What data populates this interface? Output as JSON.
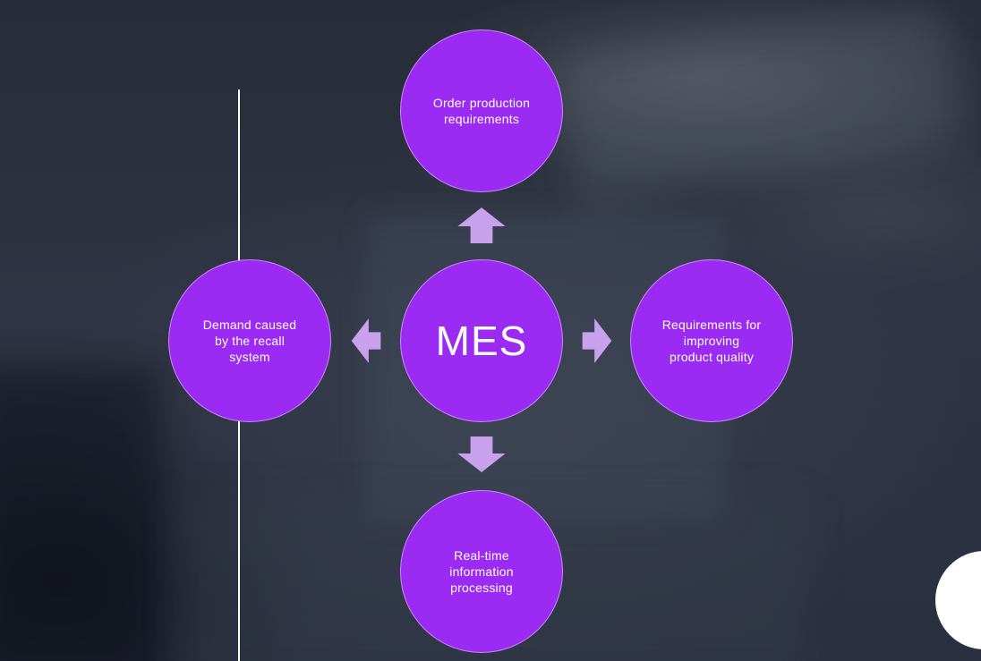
{
  "slide": {
    "background_color": "#2c3240",
    "colors": {
      "node_fill": "#9b2bf2",
      "node_border": "#ffffff",
      "arrow_fill": "#c9a0ec",
      "text": "#ffffff",
      "divider_line": "#ffffff",
      "corner_circle": "#ffffff"
    },
    "diagram": {
      "center_label": "MES",
      "nodes": [
        {
          "position": "top",
          "label": "Order production\nrequirements"
        },
        {
          "position": "left",
          "label": "Demand caused\nby the recall\nsystem"
        },
        {
          "position": "right",
          "label": "Requirements for\nimproving\nproduct quality"
        },
        {
          "position": "bottom",
          "label": "Real-time\ninformation\nprocessing"
        }
      ],
      "arrows": [
        "up",
        "left",
        "right",
        "down"
      ]
    }
  }
}
